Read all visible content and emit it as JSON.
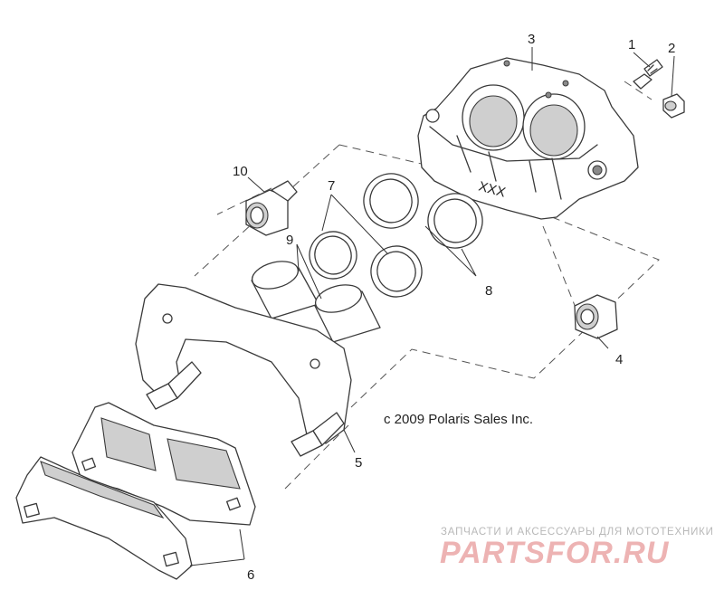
{
  "callouts": {
    "c1": "1",
    "c2": "2",
    "c3": "3",
    "c4": "4",
    "c5": "5",
    "c6": "6",
    "c7": "7",
    "c8": "8",
    "c9": "9",
    "c10": "10"
  },
  "copyright": "c 2009 Polaris Sales Inc.",
  "caliper_marking": "XXX",
  "watermark": {
    "tagline": "ЗАПЧАСТИ И АКСЕССУАРЫ ДЛЯ МОТОТЕХНИКИ",
    "brand": "PARTSFOR.RU"
  }
}
